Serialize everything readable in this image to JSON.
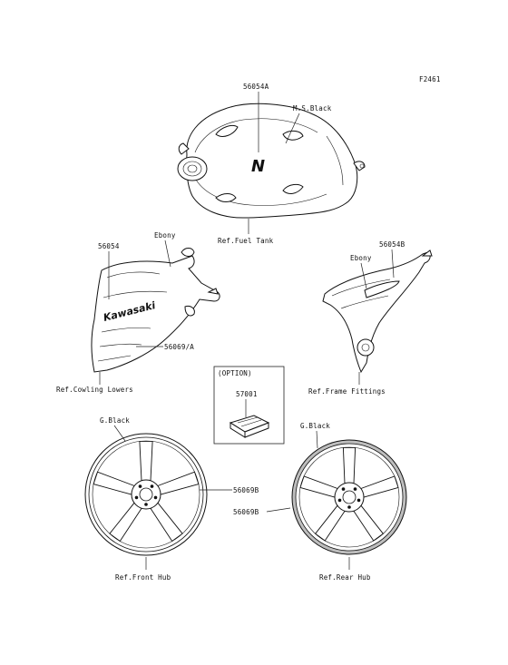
{
  "figure_code": "F2461",
  "labels": {
    "tank_part": "56054A",
    "tank_color": "M.S.Black",
    "tank_ref": "Ref.Fuel Tank",
    "left_color": "Ebony",
    "left_part": "56054",
    "left_part2": "56069/A",
    "left_ref": "Ref.Cowling Lowers",
    "right_part": "56054B",
    "right_color": "Ebony",
    "right_ref": "Ref.Frame Fittings",
    "option_title": "(OPTION)",
    "option_part": "57001",
    "front_color": "G.Black",
    "front_part": "56069B",
    "front_ref": "Ref.Front Hub",
    "rear_color": "G.Black",
    "rear_part": "56069B",
    "rear_ref": "Ref.Rear Hub"
  },
  "decals": {
    "tank_letter": "N",
    "cowl_brand": "Kawasaki"
  }
}
